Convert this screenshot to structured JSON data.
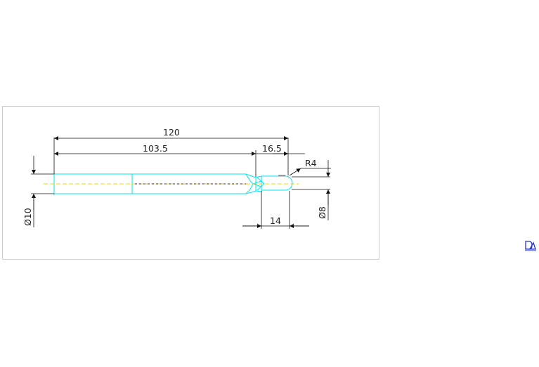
{
  "drawing": {
    "dimensions": {
      "overall_length": "120",
      "shank_length": "103.5",
      "head_length": "16.5",
      "ball_radius": "R4",
      "shank_diameter": "Ø10",
      "tip_diameter": "Ø8",
      "neck_length": "14"
    }
  },
  "colors": {
    "outline": "#00e5ee",
    "dimension": "#111111",
    "centerline": "#ffd200",
    "red_accent": "#ff3030",
    "logo": "#2233cc",
    "frame_border": "#cccccc"
  },
  "icons": {
    "logo": "publisher-logo-icon"
  }
}
